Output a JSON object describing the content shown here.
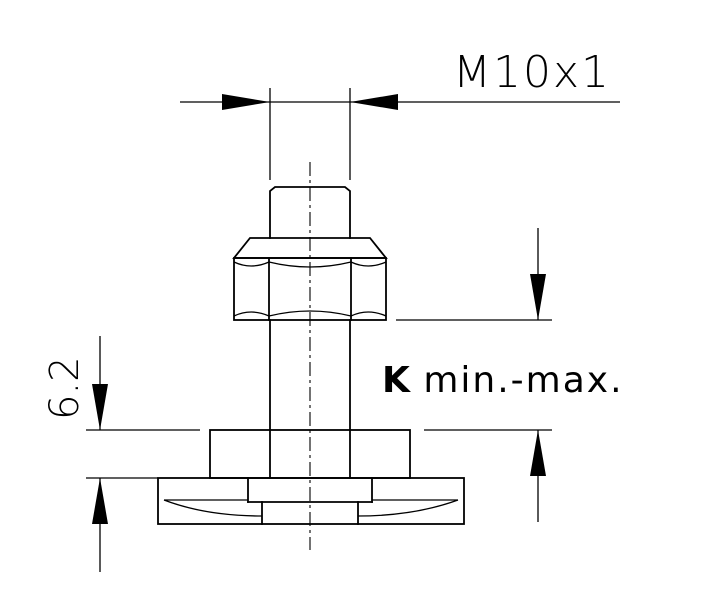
{
  "drawing": {
    "thread_label": "M10x1",
    "k_symbol": "K",
    "k_range_label": " min.-max.",
    "height_label": "6.2"
  },
  "colors": {
    "line": "#000000",
    "background": "#ffffff"
  }
}
